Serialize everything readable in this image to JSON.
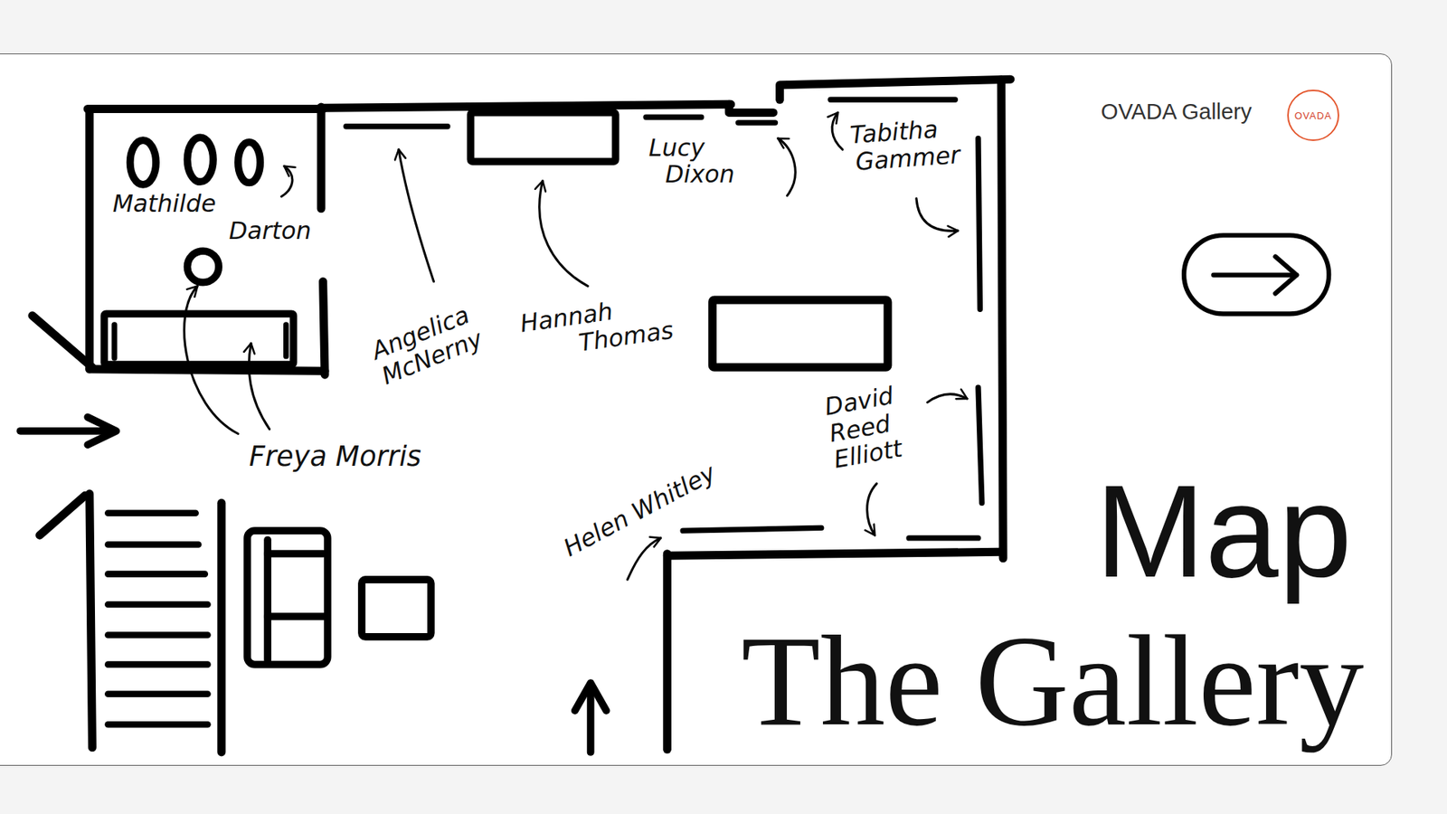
{
  "diagram": {
    "title": "Map",
    "nodes": [
      {
        "text": [
          "OVADA"
        ]
      }
    ],
    "labels": [
      "OVADA Gallery",
      "Mathilde Darton",
      "Angelica McNerny",
      "Hannah Thomas",
      "Lucy Dixon",
      "Tabitha Gammer",
      "Freya Morris",
      "David Reed Elliott",
      "Helen Whitley",
      "The Gallery"
    ]
  }
}
